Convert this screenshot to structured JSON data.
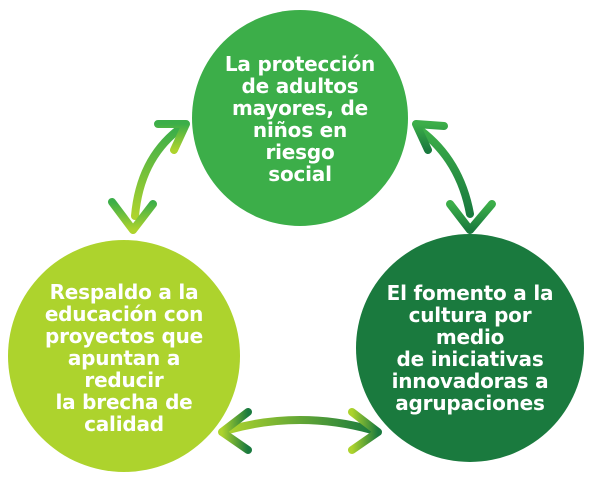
{
  "nodes": {
    "top": {
      "lines": [
        "La protección",
        "de adultos",
        "mayores, de",
        "niños en riesgo",
        "social"
      ],
      "color": "#3cae49"
    },
    "left": {
      "lines": [
        "Respaldo a la",
        "educación con",
        "proyectos que",
        "apuntan a reducir",
        "la brecha de",
        "calidad"
      ],
      "color": "#add32d"
    },
    "right": {
      "lines": [
        "El fomento a la",
        "cultura por medio",
        "de iniciativas",
        "innovadoras a",
        "agrupaciones"
      ],
      "color": "#1a7a3e"
    }
  },
  "connectors": {
    "left_top": {
      "colors": [
        "#add32d",
        "#3cae49"
      ]
    },
    "top_right": {
      "colors": [
        "#3cae49",
        "#1a7a3e"
      ]
    },
    "bottom": {
      "colors": [
        "#add32d",
        "#1a7a3e"
      ]
    }
  }
}
